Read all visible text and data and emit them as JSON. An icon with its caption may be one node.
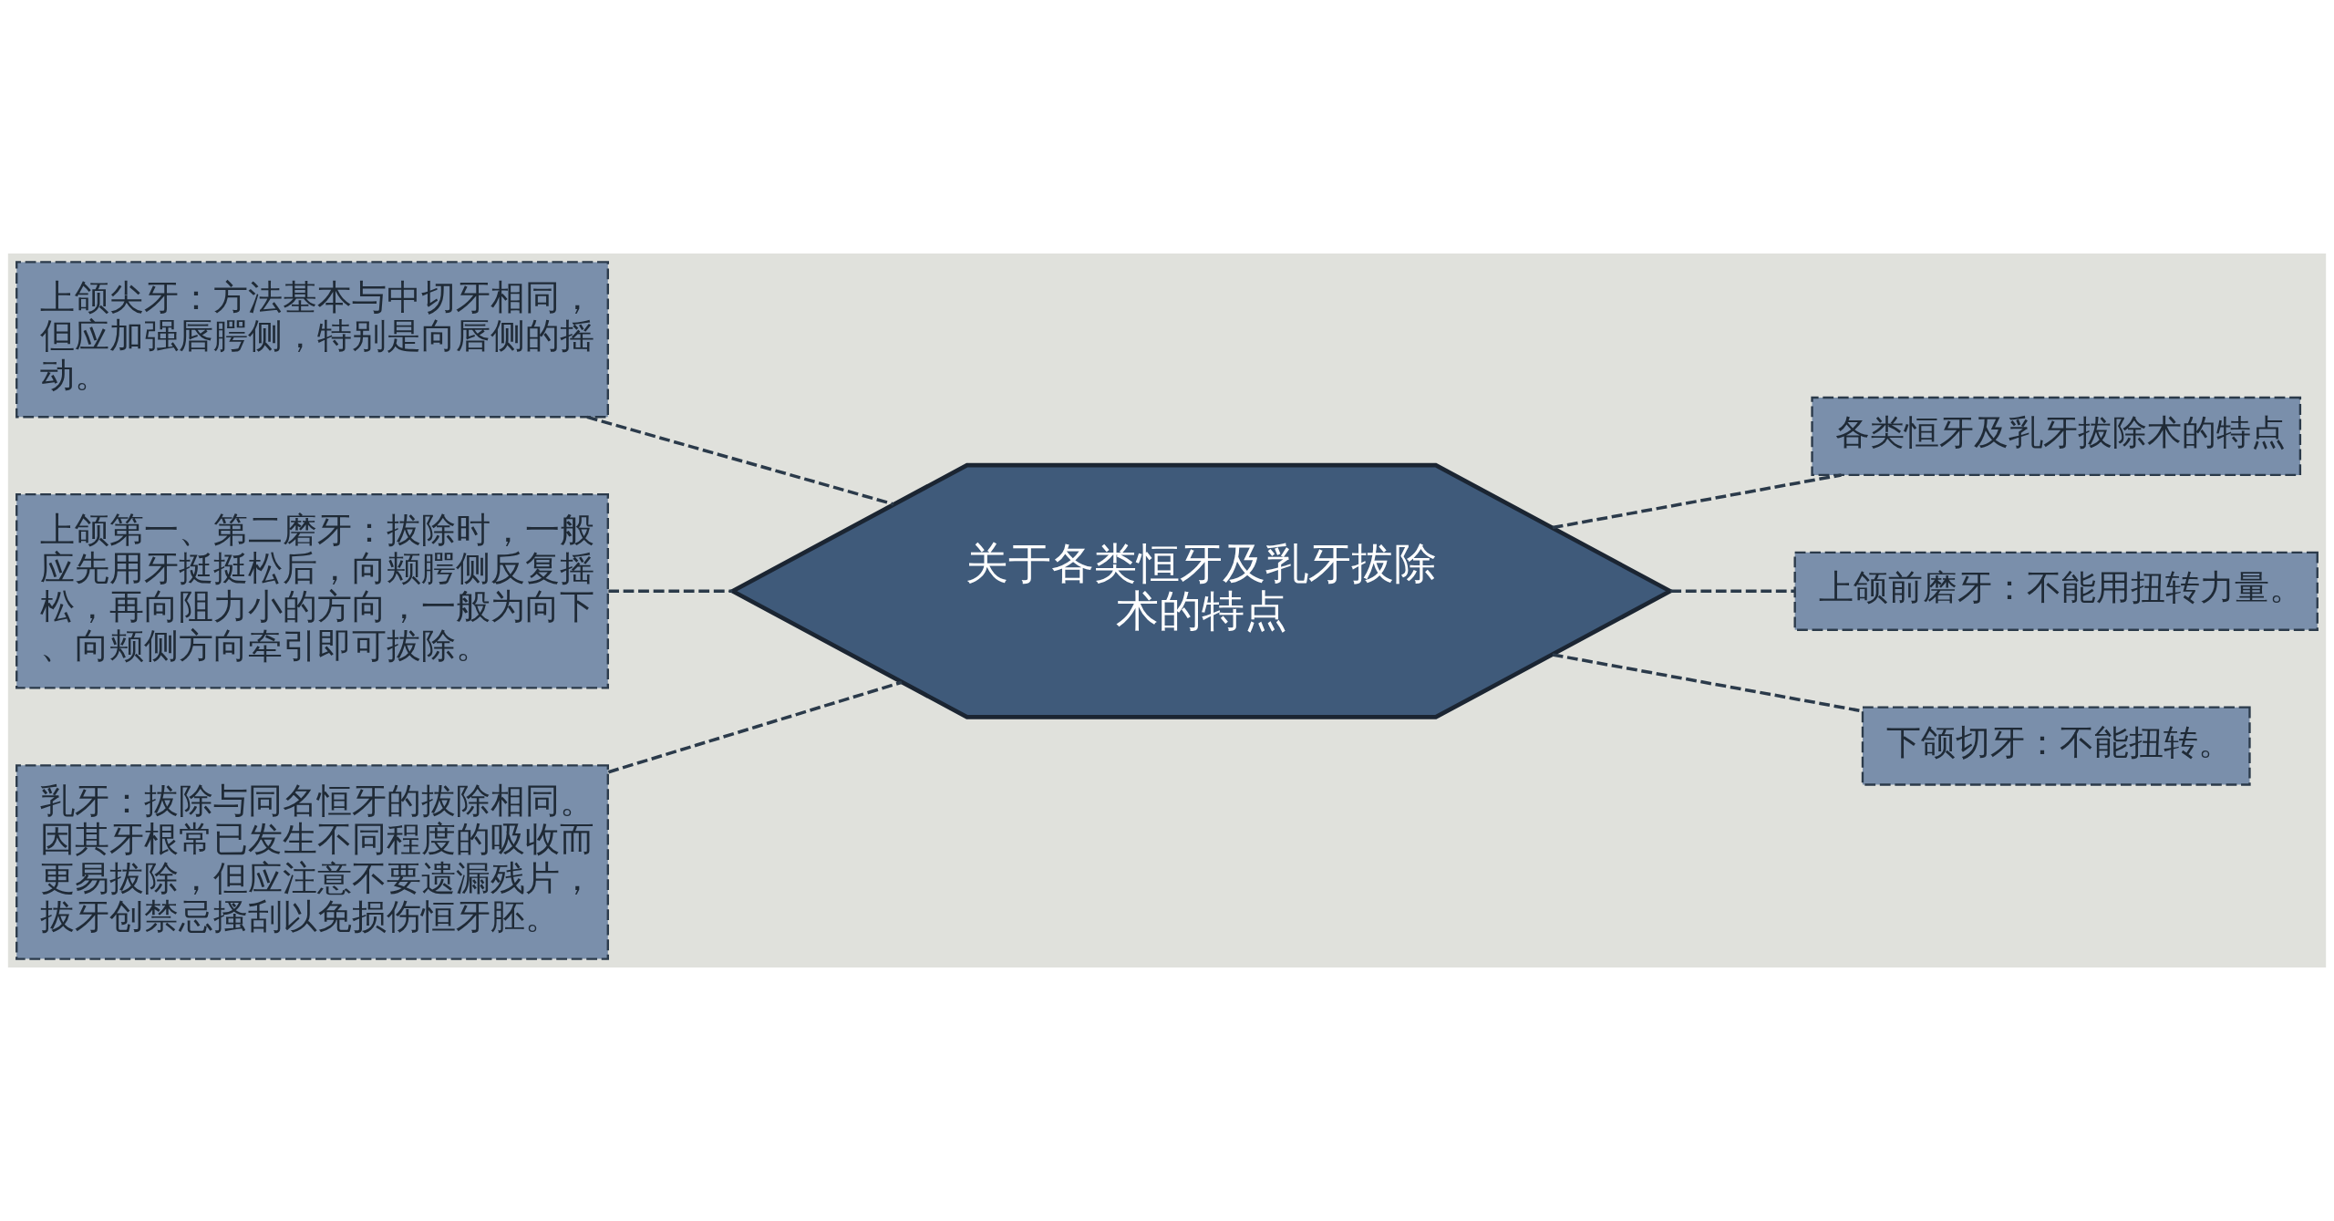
{
  "diagram": {
    "nodes": [
      {
        "text": [
          "关于各类恒牙及乳牙拔除术的特点"
        ]
      },
      {
        "text": [
          "上颌尖牙：方法基本与中切牙相同，但应加强唇腭侧，特别是向唇侧的摇动。"
        ]
      },
      {
        "text": [
          "上颌第一、第二磨牙：拔除时，一般应先用牙挺挺松后，向颊腭侧反复摇松，再向阻力小的方向，一般为向下、向颊侧方向牵引即可拔除。"
        ]
      },
      {
        "text": [
          "乳牙：拔除与同名恒牙的拔除相同。因其牙根常已发生不同程度的吸收而更易拔除，但应注意不要遗漏残片，拔牙创禁忌搔刮以免损伤恒牙胚。"
        ]
      },
      {
        "text": [
          "各类恒牙及乳牙拔除术的特点"
        ]
      },
      {
        "text": [
          "上颌前磨牙：不能用扭转力量。"
        ]
      },
      {
        "text": [
          "下颌切牙：不能扭转。"
        ]
      }
    ],
    "edges": [
      {
        "from": 0,
        "to": 1,
        "arrow": "none",
        "style": "dashed"
      },
      {
        "from": 0,
        "to": 2,
        "arrow": "none",
        "style": "dashed"
      },
      {
        "from": 0,
        "to": 3,
        "arrow": "none",
        "style": "dashed"
      },
      {
        "from": 0,
        "to": 4,
        "arrow": "none",
        "style": "dashed"
      },
      {
        "from": 0,
        "to": 5,
        "arrow": "none",
        "style": "dashed"
      },
      {
        "from": 0,
        "to": 6,
        "arrow": "none",
        "style": "dashed"
      }
    ]
  }
}
